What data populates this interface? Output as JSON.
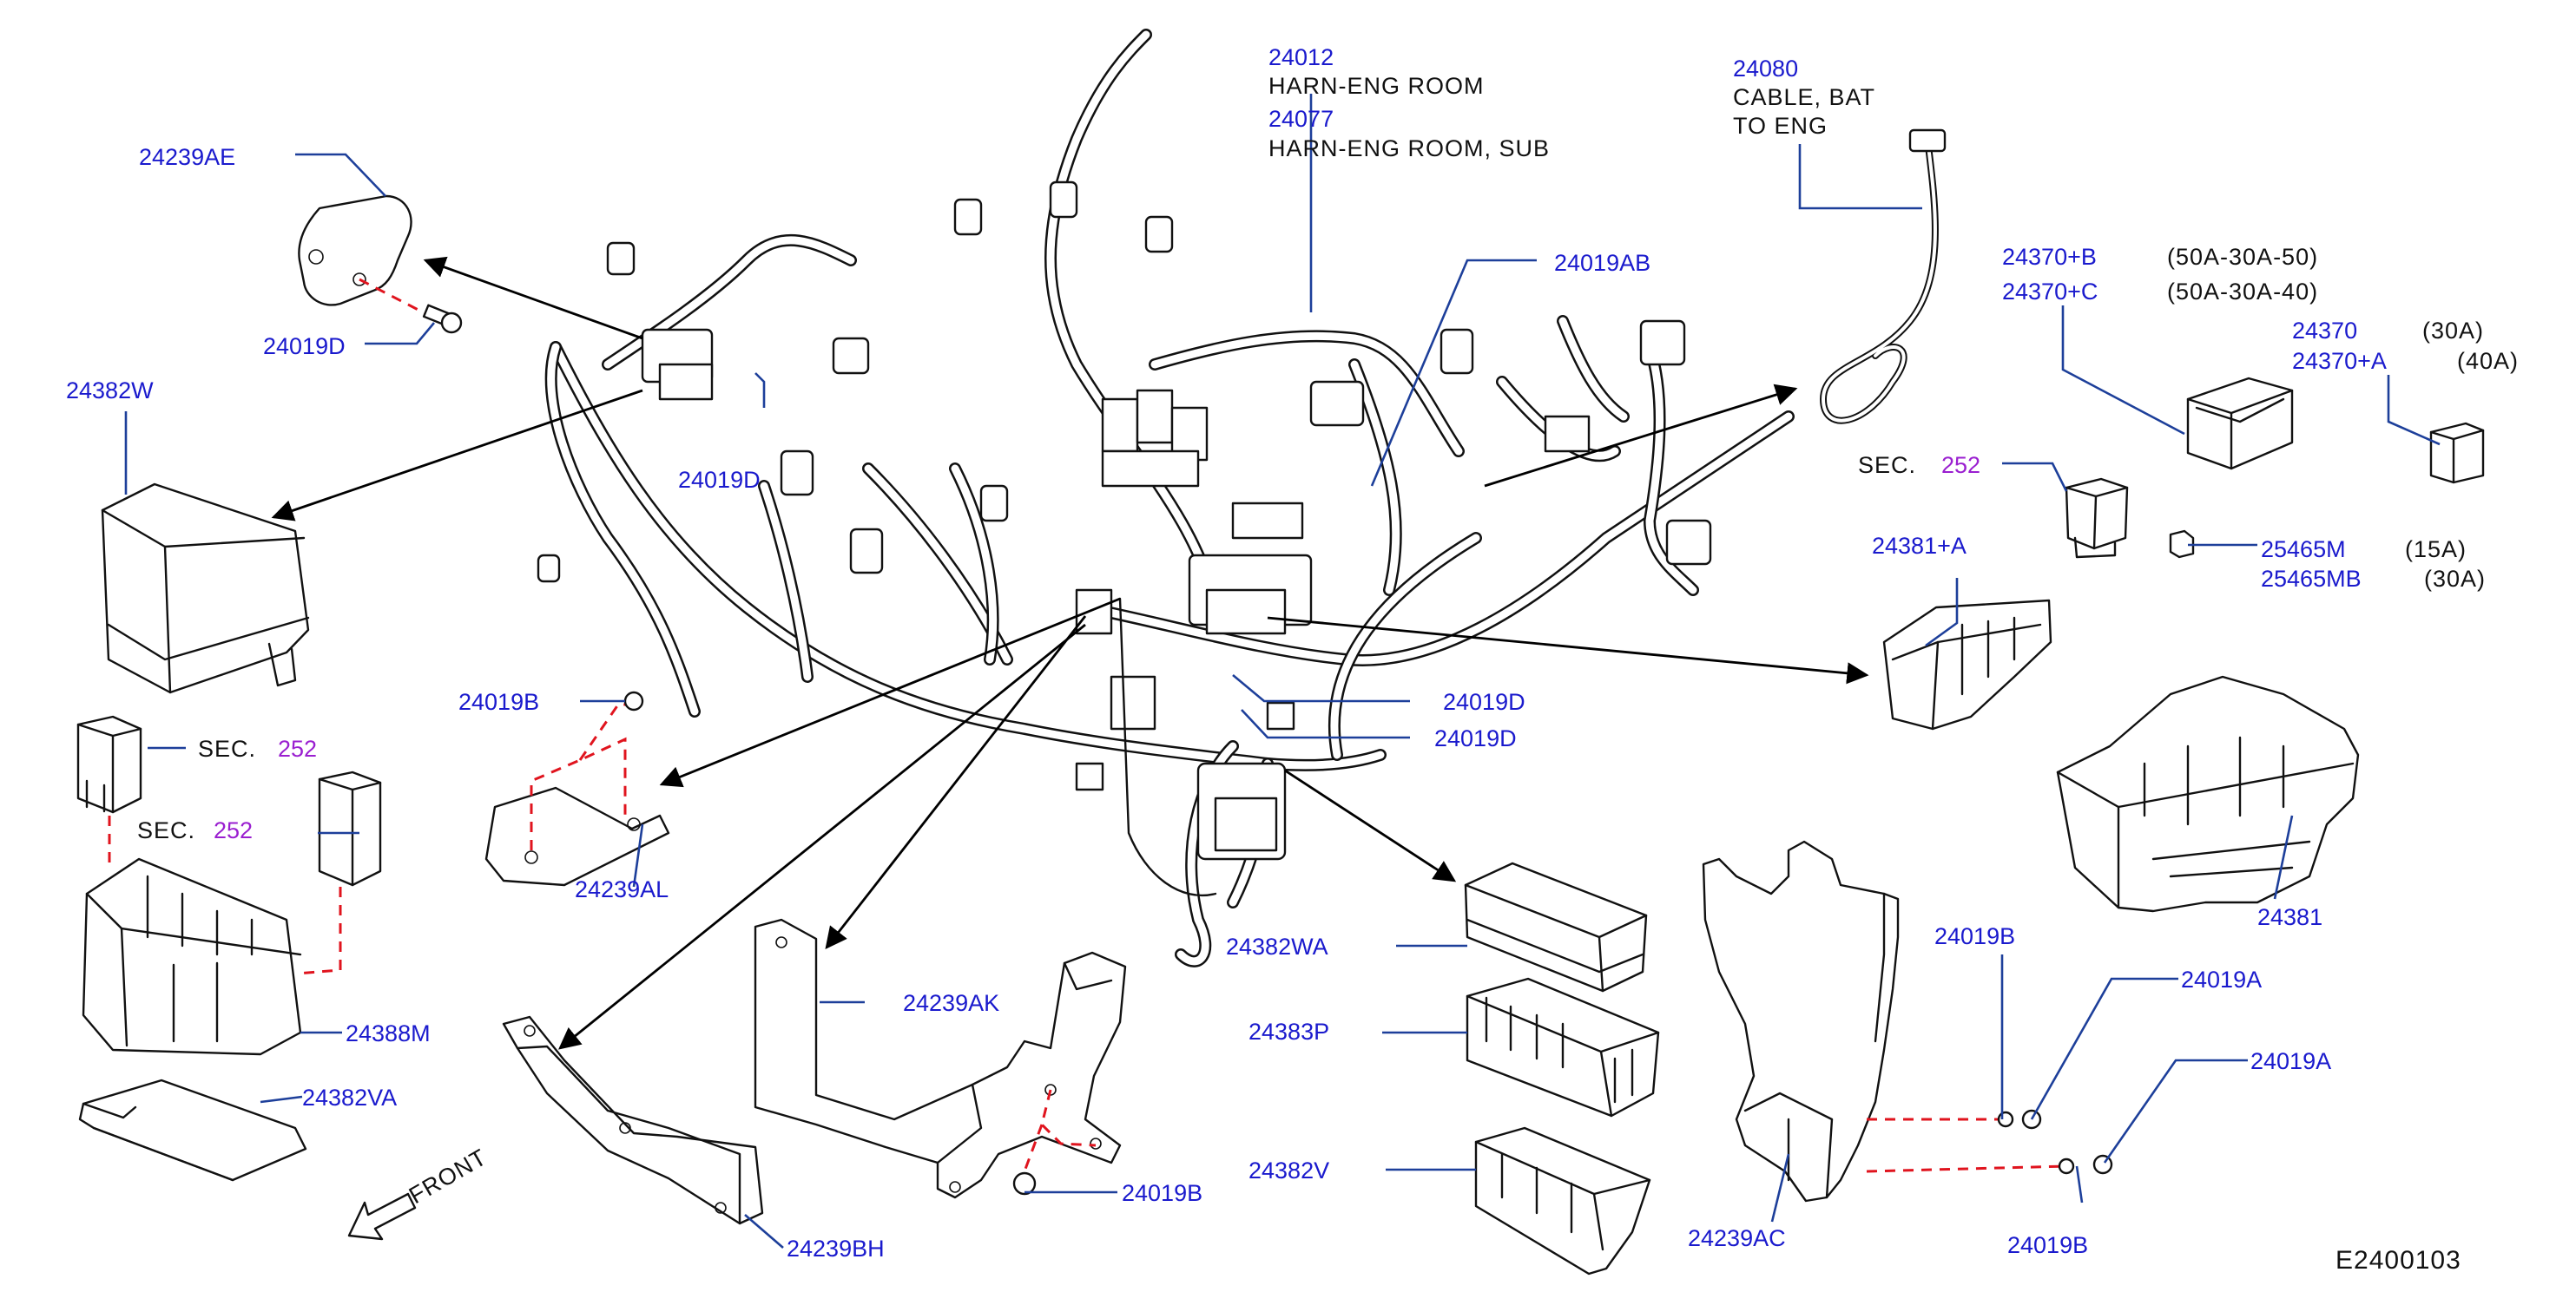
{
  "diagram_id": "E2400103",
  "labels": {
    "l24012": "24012",
    "l24012_desc": "HARN-ENG   ROOM",
    "l24077": "24077",
    "l24077_desc": "HARN-ENG   ROOM,   SUB",
    "l24080": "24080",
    "l24080_desc1": "CABLE,   BAT",
    "l24080_desc2": "TO   ENG",
    "l24239AE": "24239AE",
    "l24019D_a": "24019D",
    "l24382W": "24382W",
    "l24019D_b": "24019D",
    "l24019AB": "24019AB",
    "l24370B": "24370+B",
    "l24370B_spec": "(50A-30A-50)",
    "l24370C": "24370+C",
    "l24370C_spec": "(50A-30A-40)",
    "l24370": "24370",
    "l24370_spec": "(30A)",
    "l24370A": "24370+A",
    "l24370A_spec": "(40A)",
    "sec_text": "SEC.",
    "sec_num": "252",
    "l24381A": "24381+A",
    "l25465M": "25465M",
    "l25465M_spec": "(15A)",
    "l25465MB": "25465MB",
    "l25465MB_spec": "(30A)",
    "l24019B_a": "24019B",
    "l24019D_c": "24019D",
    "l24019D_d": "24019D",
    "l24239AL": "24239AL",
    "l24388M": "24388M",
    "l24382VA": "24382VA",
    "front": "FRONT",
    "l24239AK": "24239AK",
    "l24019B_b": "24019B",
    "l24239BH": "24239BH",
    "l24382WA": "24382WA",
    "l24383P": "24383P",
    "l24382V": "24382V",
    "l24239AC": "24239AC",
    "l24019B_c": "24019B",
    "l24019A_a": "24019A",
    "l24019A_b": "24019A",
    "l24019B_d": "24019B",
    "l24381": "24381"
  },
  "colors": {
    "part_number": "#1a1acd",
    "description": "#111111",
    "section_ref": "#9a1fd0",
    "leader": "#1d3f9a",
    "fastener_dash": "#e0141e"
  }
}
